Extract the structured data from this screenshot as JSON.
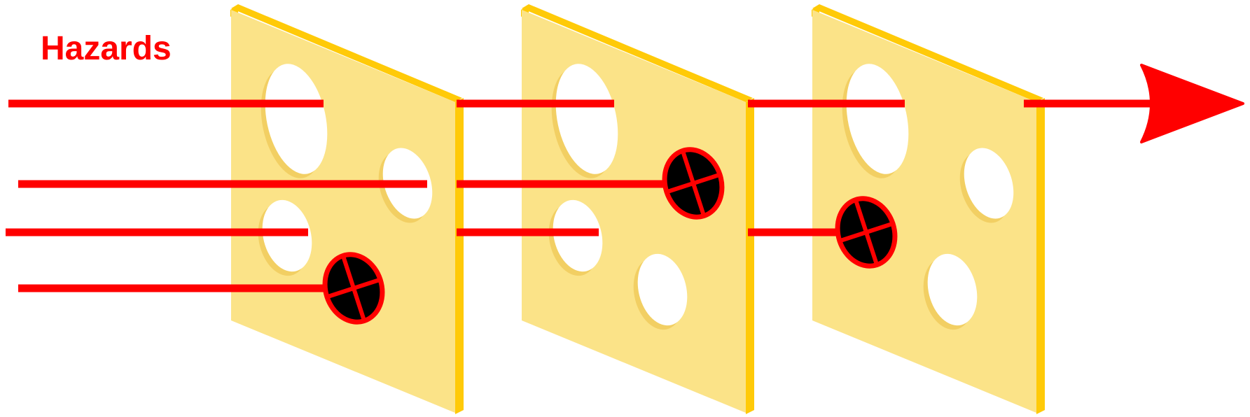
{
  "title": "Hazards",
  "colors": {
    "hazard": "#ff0000",
    "slice_face": "#fbe388",
    "slice_edge": "#ffca08",
    "hole": "#ffffff",
    "hole_shadow": "#f2cf63",
    "blocked": "#000000"
  },
  "model": {
    "slices": 3,
    "hazard_paths": 4,
    "paths": [
      {
        "name": "top",
        "blocked_at_slice": null,
        "passes_all": true
      },
      {
        "name": "upper-middle",
        "blocked_at_slice": 2,
        "passes_all": false
      },
      {
        "name": "lower-middle",
        "blocked_at_slice": 3,
        "passes_all": false
      },
      {
        "name": "bottom",
        "blocked_at_slice": 1,
        "passes_all": false
      }
    ]
  }
}
